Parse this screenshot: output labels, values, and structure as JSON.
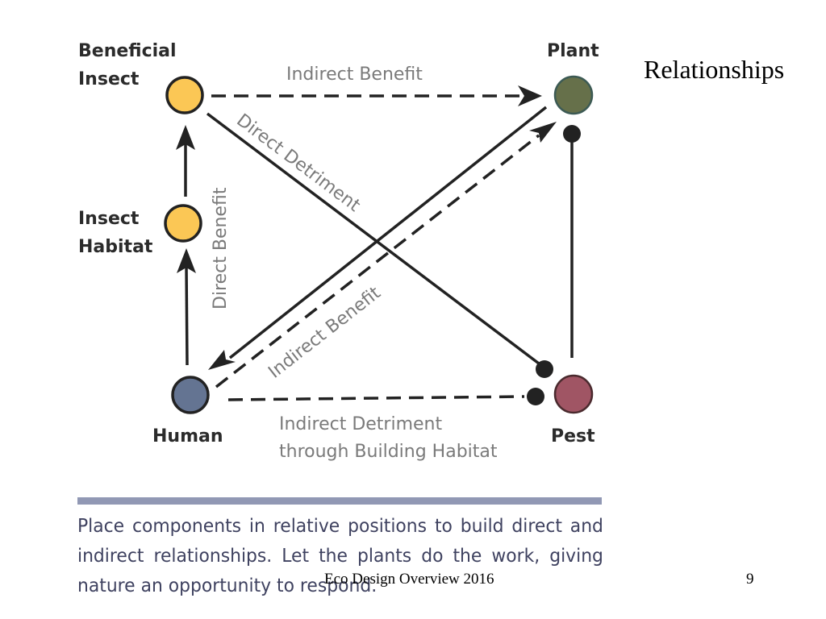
{
  "slide": {
    "title": "Relationships",
    "footer": "Eco Design Overview 2016",
    "page_number": "9"
  },
  "diagram": {
    "nodes": [
      {
        "id": "beneficial-insect",
        "label_lines": [
          "Beneficial",
          "Insect"
        ],
        "color": "#fbc755"
      },
      {
        "id": "insect-habitat",
        "label_lines": [
          "Insect",
          "Habitat"
        ],
        "color": "#fbc755"
      },
      {
        "id": "human",
        "label_lines": [
          "Human"
        ],
        "color": "#647492"
      },
      {
        "id": "plant",
        "label_lines": [
          "Plant"
        ],
        "color": "#66704a"
      },
      {
        "id": "pest",
        "label_lines": [
          "Pest"
        ],
        "color": "#a05564"
      }
    ],
    "edges": [
      {
        "from": "beneficial-insect",
        "to": "plant",
        "style": "dashed",
        "end": "arrow",
        "label": "Indirect Benefit"
      },
      {
        "from": "beneficial-insect",
        "to": "pest",
        "style": "solid",
        "end": "dot",
        "label": "Direct Detriment"
      },
      {
        "from": "insect-habitat",
        "to": "beneficial-insect",
        "style": "solid",
        "end": "arrow",
        "label": ""
      },
      {
        "from": "human",
        "to": "insect-habitat",
        "style": "solid",
        "end": "arrow",
        "label": "Direct Benefit"
      },
      {
        "from": "plant",
        "to": "human",
        "style": "solid",
        "end": "arrow",
        "label": ""
      },
      {
        "from": "human",
        "to": "plant",
        "style": "dashed",
        "end": "arrow",
        "label": "Indirect Benefit"
      },
      {
        "from": "human",
        "to": "pest",
        "style": "dashed",
        "end": "dot",
        "label_lines": [
          "Indirect Detriment",
          "through Building Habitat"
        ]
      },
      {
        "from": "pest",
        "to": "plant",
        "style": "solid",
        "end": "dot",
        "label": ""
      }
    ],
    "edge_labels": {
      "top": "Indirect Benefit",
      "diagonal_down": "Direct Detriment",
      "vertical": "Direct Benefit",
      "diagonal_up": "Indirect Benefit",
      "bottom_line1": "Indirect Detriment",
      "bottom_line2": "through Building Habitat"
    },
    "edge_color": "#222222",
    "label_color": "#7a7a7a"
  },
  "caption": {
    "text": "Place components in relative positions to build direct and indirect relationships. Let the plants do the work, giving nature an opportunity to respond.",
    "divider_color": "#9198b4"
  }
}
